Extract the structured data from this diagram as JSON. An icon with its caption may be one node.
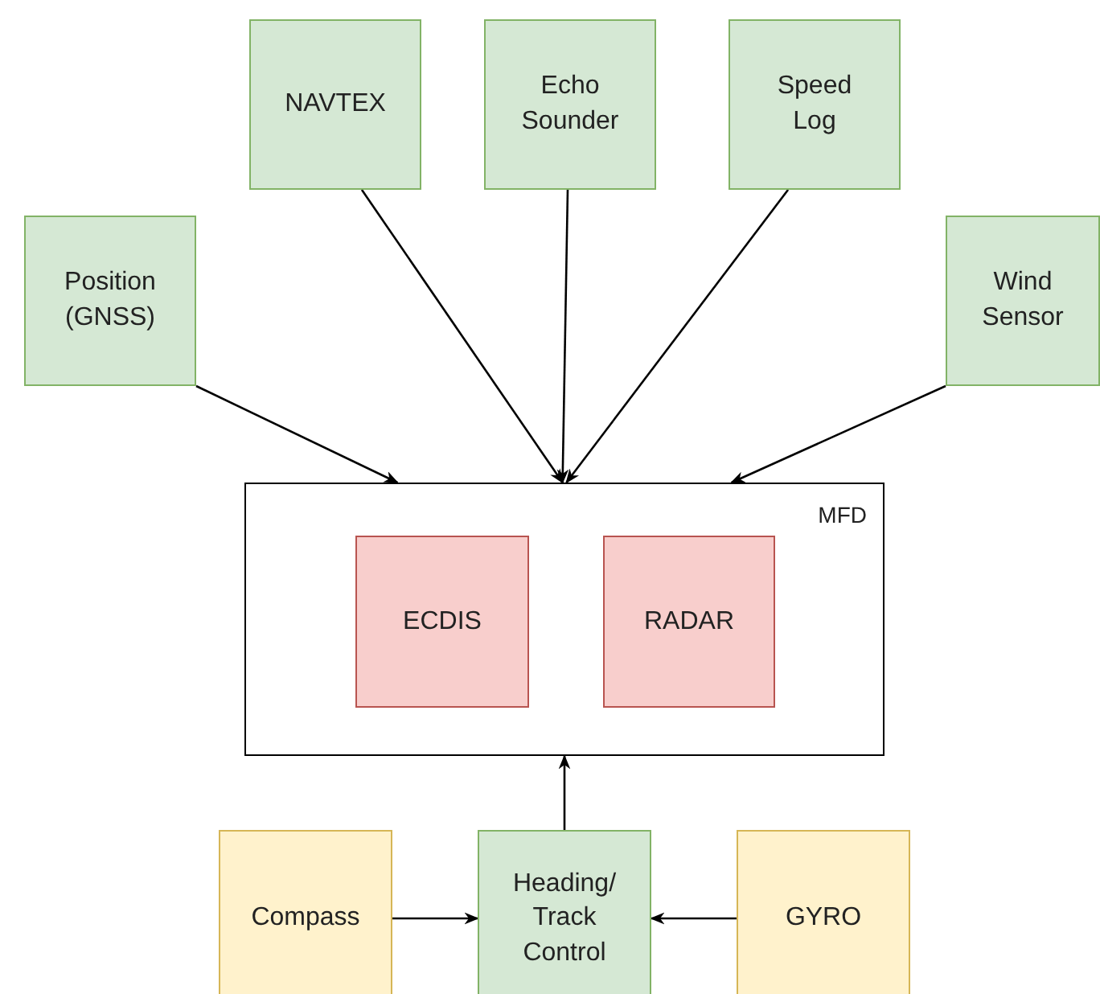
{
  "diagram": {
    "nodes": [
      {
        "text": [
          "NAVTEX"
        ]
      },
      {
        "text": [
          "Echo Sounder"
        ]
      },
      {
        "text": [
          "Speed Log"
        ]
      },
      {
        "text": [
          "Position (GNSS)"
        ]
      },
      {
        "text": [
          "Wind Sensor"
        ]
      },
      {
        "text": [
          "MFD"
        ]
      },
      {
        "text": [
          "ECDIS"
        ],
        "in": 5
      },
      {
        "text": [
          "RADAR"
        ],
        "in": 5
      },
      {
        "text": [
          "Compass"
        ]
      },
      {
        "text": [
          "Heading/ Track Control"
        ]
      },
      {
        "text": [
          "GYRO"
        ]
      }
    ],
    "edges": [
      {
        "from": 3,
        "to": 5,
        "arrow": "to"
      },
      {
        "from": 0,
        "to": 5,
        "arrow": "to"
      },
      {
        "from": 1,
        "to": 5,
        "arrow": "to"
      },
      {
        "from": 2,
        "to": 5,
        "arrow": "to"
      },
      {
        "from": 4,
        "to": 5,
        "arrow": "to"
      },
      {
        "from": 9,
        "to": 5,
        "arrow": "to"
      },
      {
        "from": 8,
        "to": 9,
        "arrow": "to"
      },
      {
        "from": 10,
        "to": 9,
        "arrow": "to"
      }
    ]
  }
}
